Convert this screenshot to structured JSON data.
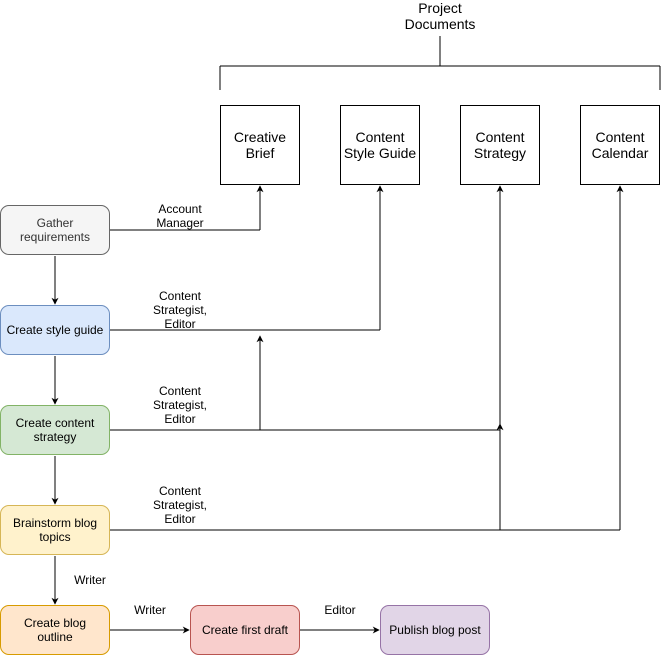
{
  "title": "Project\nDocuments",
  "documents": [
    {
      "label": "Creative\nBrief"
    },
    {
      "label": "Content\nStyle Guide"
    },
    {
      "label": "Content\nStrategy"
    },
    {
      "label": "Content\nCalendar"
    }
  ],
  "steps": [
    {
      "label": "Gather\nrequirements",
      "fill": "#f5f5f5",
      "stroke": "#666666"
    },
    {
      "label": "Create style guide",
      "fill": "#dae8fc",
      "stroke": "#6c8ebf"
    },
    {
      "label": "Create content\nstrategy",
      "fill": "#d5e8d4",
      "stroke": "#82b366"
    },
    {
      "label": "Brainstorm blog\ntopics",
      "fill": "#fff2cc",
      "stroke": "#d6b656"
    },
    {
      "label": "Create blog outline",
      "fill": "#ffe6cc",
      "stroke": "#d79b00"
    },
    {
      "label": "Create first draft",
      "fill": "#f8cecc",
      "stroke": "#b85450"
    },
    {
      "label": "Publish blog post",
      "fill": "#e1d5e7",
      "stroke": "#9673a6"
    }
  ],
  "edge_labels": {
    "account_manager": "Account\nManager",
    "strategist_editor_1": "Content\nStrategist,\nEditor",
    "strategist_editor_2": "Content\nStrategist,\nEditor",
    "strategist_editor_3": "Content\nStrategist,\nEditor",
    "writer_down": "Writer",
    "writer_right": "Writer",
    "editor_right": "Editor"
  }
}
